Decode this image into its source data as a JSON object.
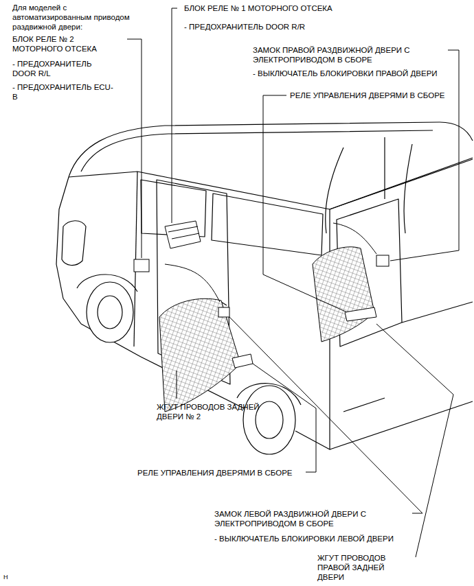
{
  "diagram": {
    "labels": [
      "Для моделей с автоматизированным приводом раздвижной двери:",
      "БЛОК РЕЛЕ № 2 МОТОРНОГО ОТСЕКА",
      "- ПРЕДОХРАНИТЕЛЬ DOOR R/L",
      "- ПРЕДОХРАНИТЕЛЬ ECU-B",
      "БЛОК РЕЛЕ № 1 МОТОРНОГО ОТСЕКА",
      "- ПРЕДОХРАНИТЕЛЬ DOOR R/R",
      "ЗАМОК ПРАВОЙ РАЗДВИЖНОЙ ДВЕРИ С ЭЛЕКТРОПРИВОДОМ В СБОРЕ",
      "- ВЫКЛЮЧАТЕЛЬ БЛОКИРОВКИ ПРАВОЙ ДВЕРИ",
      "РЕЛЕ УПРАВЛЕНИЯ ДВЕРЯМИ В СБОРЕ",
      "ЖГУТ ПРОВОДОВ ЗАДНЕЙ ДВЕРИ № 2",
      "РЕЛЕ УПРАВЛЕНИЯ ДВЕРЯМИ В СБОРЕ",
      "ЗАМОК ЛЕВОЙ РАЗДВИЖНОЙ ДВЕРИ С ЭЛЕКТРОПРИВОДОМ В СБОРЕ",
      "- ВЫКЛЮЧАТЕЛЬ БЛОКИРОВКИ ЛЕВОЙ ДВЕРИ",
      "ЖГУТ ПРОВОДОВ ПРАВОЙ ЗАДНЕЙ ДВЕРИ",
      "H"
    ]
  }
}
